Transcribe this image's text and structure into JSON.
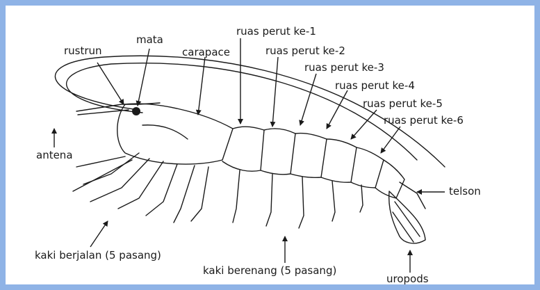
{
  "frame_color": "#8fb3e6",
  "ink_color": "#1a1a1a",
  "labels": {
    "rustrun": "rustrun",
    "mata": "mata",
    "carapace": "carapace",
    "seg1": "ruas perut ke-1",
    "seg2": "ruas perut ke-2",
    "seg3": "ruas perut ke-3",
    "seg4": "ruas perut ke-4",
    "seg5": "ruas perut ke-5",
    "seg6": "ruas perut ke-6",
    "antena": "antena",
    "telson": "telson",
    "kaki_berjalan": "kaki berjalan (5 pasang)",
    "kaki_berenang": "kaki berenang (5 pasang)",
    "uropods": "uropods"
  }
}
